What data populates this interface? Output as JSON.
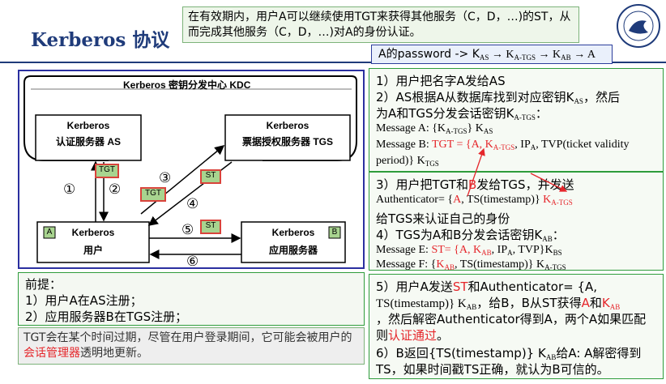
{
  "title": "Kerberos 协议",
  "top_note": "在有效期内，用户A可以继续使用TGT来获得其他服务（C，D，…)的ST，从而完成其他服务（C，D，…)对A的身份认证。",
  "password_chain": {
    "text": "A的password -> K",
    "sub1": "AS",
    "arrow1": " → K",
    "sub2": "A-TGS",
    "arrow2": " → K",
    "sub3": "AB",
    "arrow3": " → A"
  },
  "diagram": {
    "kdc_label": "Kerberos 密钥分发中心 KDC",
    "as_title": "Kerberos",
    "as_sub": "认证服务器 AS",
    "tgs_title": "Kerberos",
    "tgs_sub": "票据授权服务器 TGS",
    "user_title": "Kerberos",
    "user_sub": "用户",
    "user_badge": "A",
    "app_title": "Kerberos",
    "app_sub": "应用服务器",
    "app_badge": "B",
    "tags": {
      "tgt1": "TGT",
      "tgt2": "TGT",
      "st1": "ST",
      "st2": "ST"
    },
    "steps": {
      "s1": "①",
      "s2": "②",
      "s3": "③",
      "s4": "④",
      "s5": "⑤",
      "s6": "⑥"
    }
  },
  "premise": {
    "title": "前提：",
    "line1": "1）用户A在AS注册；",
    "line2": "2）应用服务器B在TGS注册；"
  },
  "tgt_note": {
    "a": "TGT会在某个时间过期，尽管在用户登录期间，它可能会被用户的",
    "highlight": "会话管理器",
    "b": "透明地更新。"
  },
  "right": {
    "b1": {
      "l1": "1）用户把名字A发给AS",
      "l2a": "2）AS根据A从数据库找到对应密钥K",
      "l2sub": "AS",
      "l2b": "，然后",
      "l3a": "为A和TGS分发会话密钥K",
      "l3sub": "A-TGS",
      "l3b": "：",
      "l4a": "Message A:  {K",
      "l4sub": "A-TGS",
      "l4b": "} K",
      "l4sub2": "AS",
      "l5a": "Message B: ",
      "l5tgt": "TGT",
      "l5b": " = {",
      "l5c": "A, K",
      "l5sub": "A-TGS",
      "l5d": ", IP",
      "l5sub2": "A",
      "l5e": ", TVP(ticket validity",
      "l6a": "period)} K",
      "l6sub": "TGS"
    },
    "b2": {
      "l1a": "3）用户把TGT和",
      "l1b": "B",
      "l1c": "发给TGS，并发送",
      "l2a": "Authenticator= {",
      "l2b": "A",
      "l2c": ", TS(timestamp)} ",
      "l2d": "K",
      "l2sub": "A-TGS",
      "l3": "给TGS来认证自己的身份",
      "l4a": "4）TGS为A和B分发会话密钥K",
      "l4sub": "AB",
      "l4b": "：",
      "l5a": "Message E:  ",
      "l5b": "ST",
      "l5c": "= {",
      "l5d": "A, K",
      "l5sub": "AB",
      "l5e": ", IP",
      "l5sub2": "A",
      "l5f": ", TVP}K",
      "l5sub3": "BS",
      "l6a": "Message F:  {",
      "l6b": "K",
      "l6sub": "AB",
      "l6c": ", TS(timestamp)} K",
      "l6sub2": "A-TGS"
    },
    "b3": {
      "l1a": "5）用户A发送",
      "l1b": "ST",
      "l1c": "和Authenticator= {A,",
      "l2a": "TS(timestamp)} K",
      "l2sub": "AB",
      "l2b": "，给B，B从ST获得",
      "l2c": "A",
      "l2d": "和",
      "l2e": "K",
      "l2sub2": "AB",
      "l3": "，然后解密Authenticator得到A，两个A如果匹配",
      "l4a": "则",
      "l4b": "认证通过",
      "l4c": "。",
      "l5a": "6）B返回{TS(timestamp)} K",
      "l5sub": "AB",
      "l5b": "给A: A解密得到",
      "l6": "TS，如果时间戳TS正确，就认为B可信的。"
    }
  }
}
